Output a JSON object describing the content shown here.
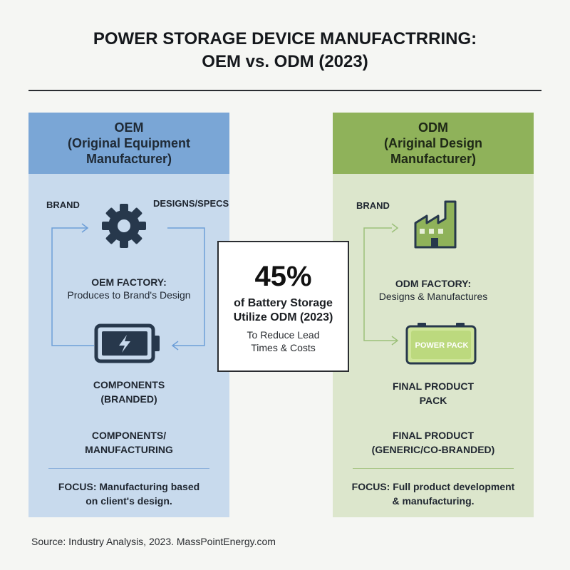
{
  "title": {
    "line1": "POWER STORAGE DEVICE MANUFACTRRING:",
    "line2": "OEM vs. ODM (2023)"
  },
  "oem": {
    "header": [
      "OEM",
      "(Original Equipment",
      "Manufacturer)"
    ],
    "brand_label": "BRAND",
    "designs_label": "DESIGNS/SPECS",
    "factory_title": "OEM FACTORY:",
    "factory_desc": "Produces to Brand's Design",
    "components_line1": "COMPONENTS",
    "components_line2": "(BRANDED)",
    "manufacturing_line1": "COMPONENTS/",
    "manufacturing_line2": "MANUFACTURING",
    "focus_line1": "FOCUS: Manufacturing based",
    "focus_line2": "on client's design.",
    "icons": [
      "gear-icon",
      "battery-bolt-icon"
    ],
    "color": "#7aa6d6"
  },
  "odm": {
    "header": [
      "ODM",
      "(Ariginal Design",
      "Manufacturer)"
    ],
    "brand_label": "BRAND",
    "factory_title": "ODM FACTORY:",
    "factory_desc": "Designs & Manufactures",
    "power_pack_label": "POWER PACK",
    "final_pack_line1": "FINAL PRODUCT",
    "final_pack_line2": "PACK",
    "final_generic_line1": "FINAL PRODUCT",
    "final_generic_line2": "(GENERIC/CO-BRANDED)",
    "focus_line1": "FOCUS: Full product development",
    "focus_line2": "& manufacturing.",
    "icons": [
      "factory-icon",
      "power-pack-battery-icon"
    ],
    "color": "#8fb25a"
  },
  "center": {
    "percent": "45%",
    "line1": "of Battery Storage",
    "line2": "Utilize ODM (2023)",
    "sub1": "To Reduce Lead",
    "sub2": "Times & Costs"
  },
  "source": "Source: Industry Analysis, 2023. MassPointEnergy.com"
}
